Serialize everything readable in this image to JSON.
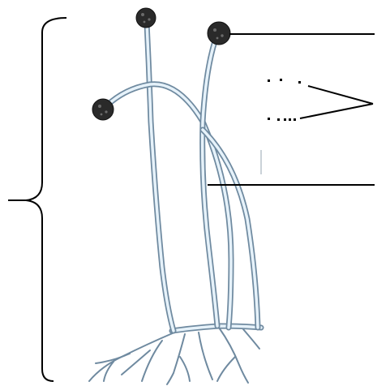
{
  "figure": {
    "parts": [
      {
        "name": "sporangium"
      },
      {
        "name": "sporangiophore"
      },
      {
        "name": "rhizoids"
      },
      {
        "name": "stolon"
      }
    ],
    "labels": [
      "",
      "",
      "",
      ""
    ]
  }
}
